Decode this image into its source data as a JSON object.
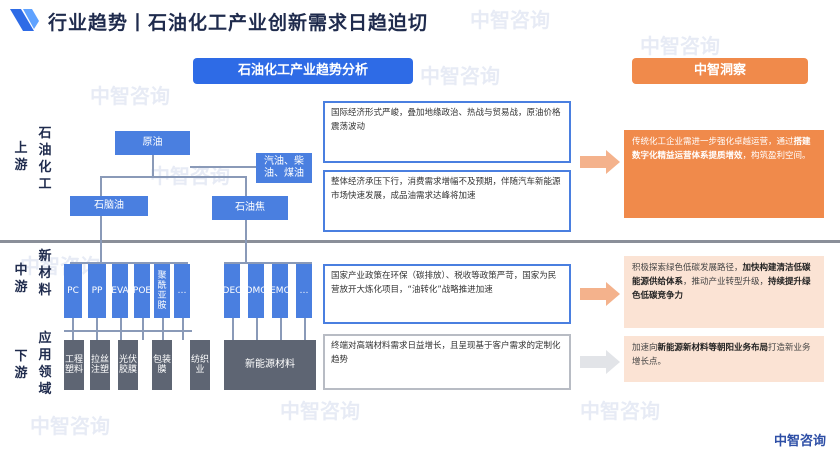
{
  "title": "行业趋势丨石油化工产业创新需求日趋迫切",
  "headers": {
    "analysis": "石油化工产业趋势分析",
    "insight": "中智洞察"
  },
  "side_labels": {
    "upstream_stage": "上游",
    "upstream_name": "石油化工",
    "midstream_stage": "中游",
    "midstream_name": "新材料",
    "downstream_stage": "下游",
    "downstream_name": "应用领域"
  },
  "upstream_nodes": {
    "crude": "原油",
    "refinery": "石脑油",
    "petro_coke": "石油焦",
    "fuels": "汽油、柴油、煤油"
  },
  "mid_products": [
    "PC",
    "PP",
    "EVA",
    "POE",
    "聚酰亚胺",
    "…",
    "DEC",
    "DMC",
    "EMC",
    "…"
  ],
  "end_products": [
    "工程塑料",
    "拉丝注塑",
    "光伏胶膜",
    "包装膜",
    "纺织业",
    "新能源材料"
  ],
  "analysis_boxes": [
    "国际经济形式严峻，叠加地缘政治、热战与贸易战，原油价格震荡波动",
    "整体经济承压下行，消费需求增幅不及预期，伴随汽车新能源市场快速发展，成品油需求达峰将加速",
    "国家产业政策在环保（碳排放）、税收等政策严苛，国家为民营放开大炼化项目，“油转化”战略推进加速",
    "终端对高端材料需求日益增长，且呈现基于客户需求的定制化趋势"
  ],
  "insight_upstream": {
    "pre": "传统化工企业需进一步强化卓越运营，通过",
    "bold": "搭建数字化精益运营体系提质增效",
    "post": "，构筑盈利空间。"
  },
  "insight_mid1": {
    "p1": "积极探索绿色低碳发展路径，",
    "b1": "加快构建清洁低碳能源供给体系",
    "p2": "，推动产业转型升级，",
    "b2": "持续提升绿色低碳竞争力"
  },
  "insight_mid2": {
    "p1": "加速向",
    "b1": "新能源新材料等朝阳业务布局",
    "p2": "打造新业务增长点。"
  },
  "watermark": "中智咨询",
  "brand": "中智咨询",
  "colors": {
    "primary": "#2e6be6",
    "node": "#4a7fe0",
    "accent": "#f08a4b",
    "end_node": "#5e6573"
  }
}
